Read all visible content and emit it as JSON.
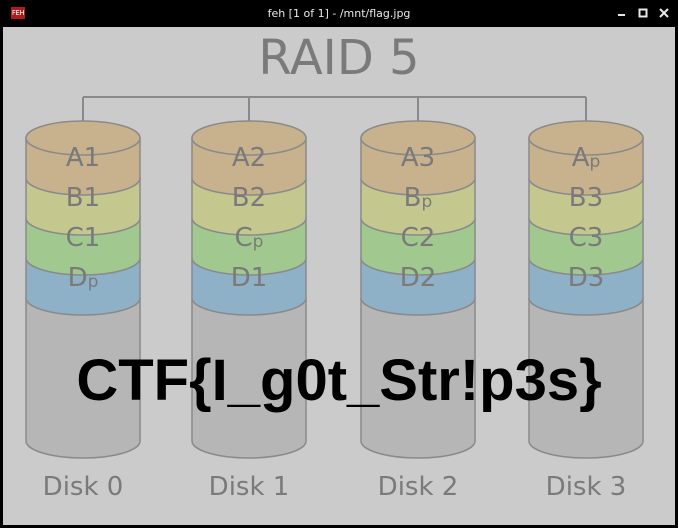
{
  "window": {
    "title": "feh [1 of 1] - /mnt/flag.jpg",
    "app_icon_label": "FEH"
  },
  "image": {
    "heading": "RAID 5",
    "flag_text": "CTF{I_g0t_Str!p3s}",
    "disks": [
      {
        "label": "Disk 0",
        "blocks": [
          [
            "A",
            "1"
          ],
          [
            "B",
            "1"
          ],
          [
            "C",
            "1"
          ],
          [
            "D",
            "p"
          ]
        ]
      },
      {
        "label": "Disk 1",
        "blocks": [
          [
            "A",
            "2"
          ],
          [
            "B",
            "2"
          ],
          [
            "C",
            "p"
          ],
          [
            "D",
            "1"
          ]
        ]
      },
      {
        "label": "Disk 2",
        "blocks": [
          [
            "A",
            "3"
          ],
          [
            "B",
            "p"
          ],
          [
            "C",
            "2"
          ],
          [
            "D",
            "2"
          ]
        ]
      },
      {
        "label": "Disk 3",
        "blocks": [
          [
            "A",
            "p"
          ],
          [
            "B",
            "3"
          ],
          [
            "C",
            "3"
          ],
          [
            "D",
            "3"
          ]
        ]
      }
    ]
  },
  "colors": {
    "stripe_a": "#c8b28e",
    "stripe_b": "#c4c88e",
    "stripe_c": "#a1c88e",
    "stripe_d": "#8eb1c8",
    "disk_body": "#b6b6b6",
    "background": "#cbcbcb"
  },
  "icons": [
    "feh-app-icon",
    "minimize-icon",
    "maximize-icon",
    "close-icon"
  ]
}
